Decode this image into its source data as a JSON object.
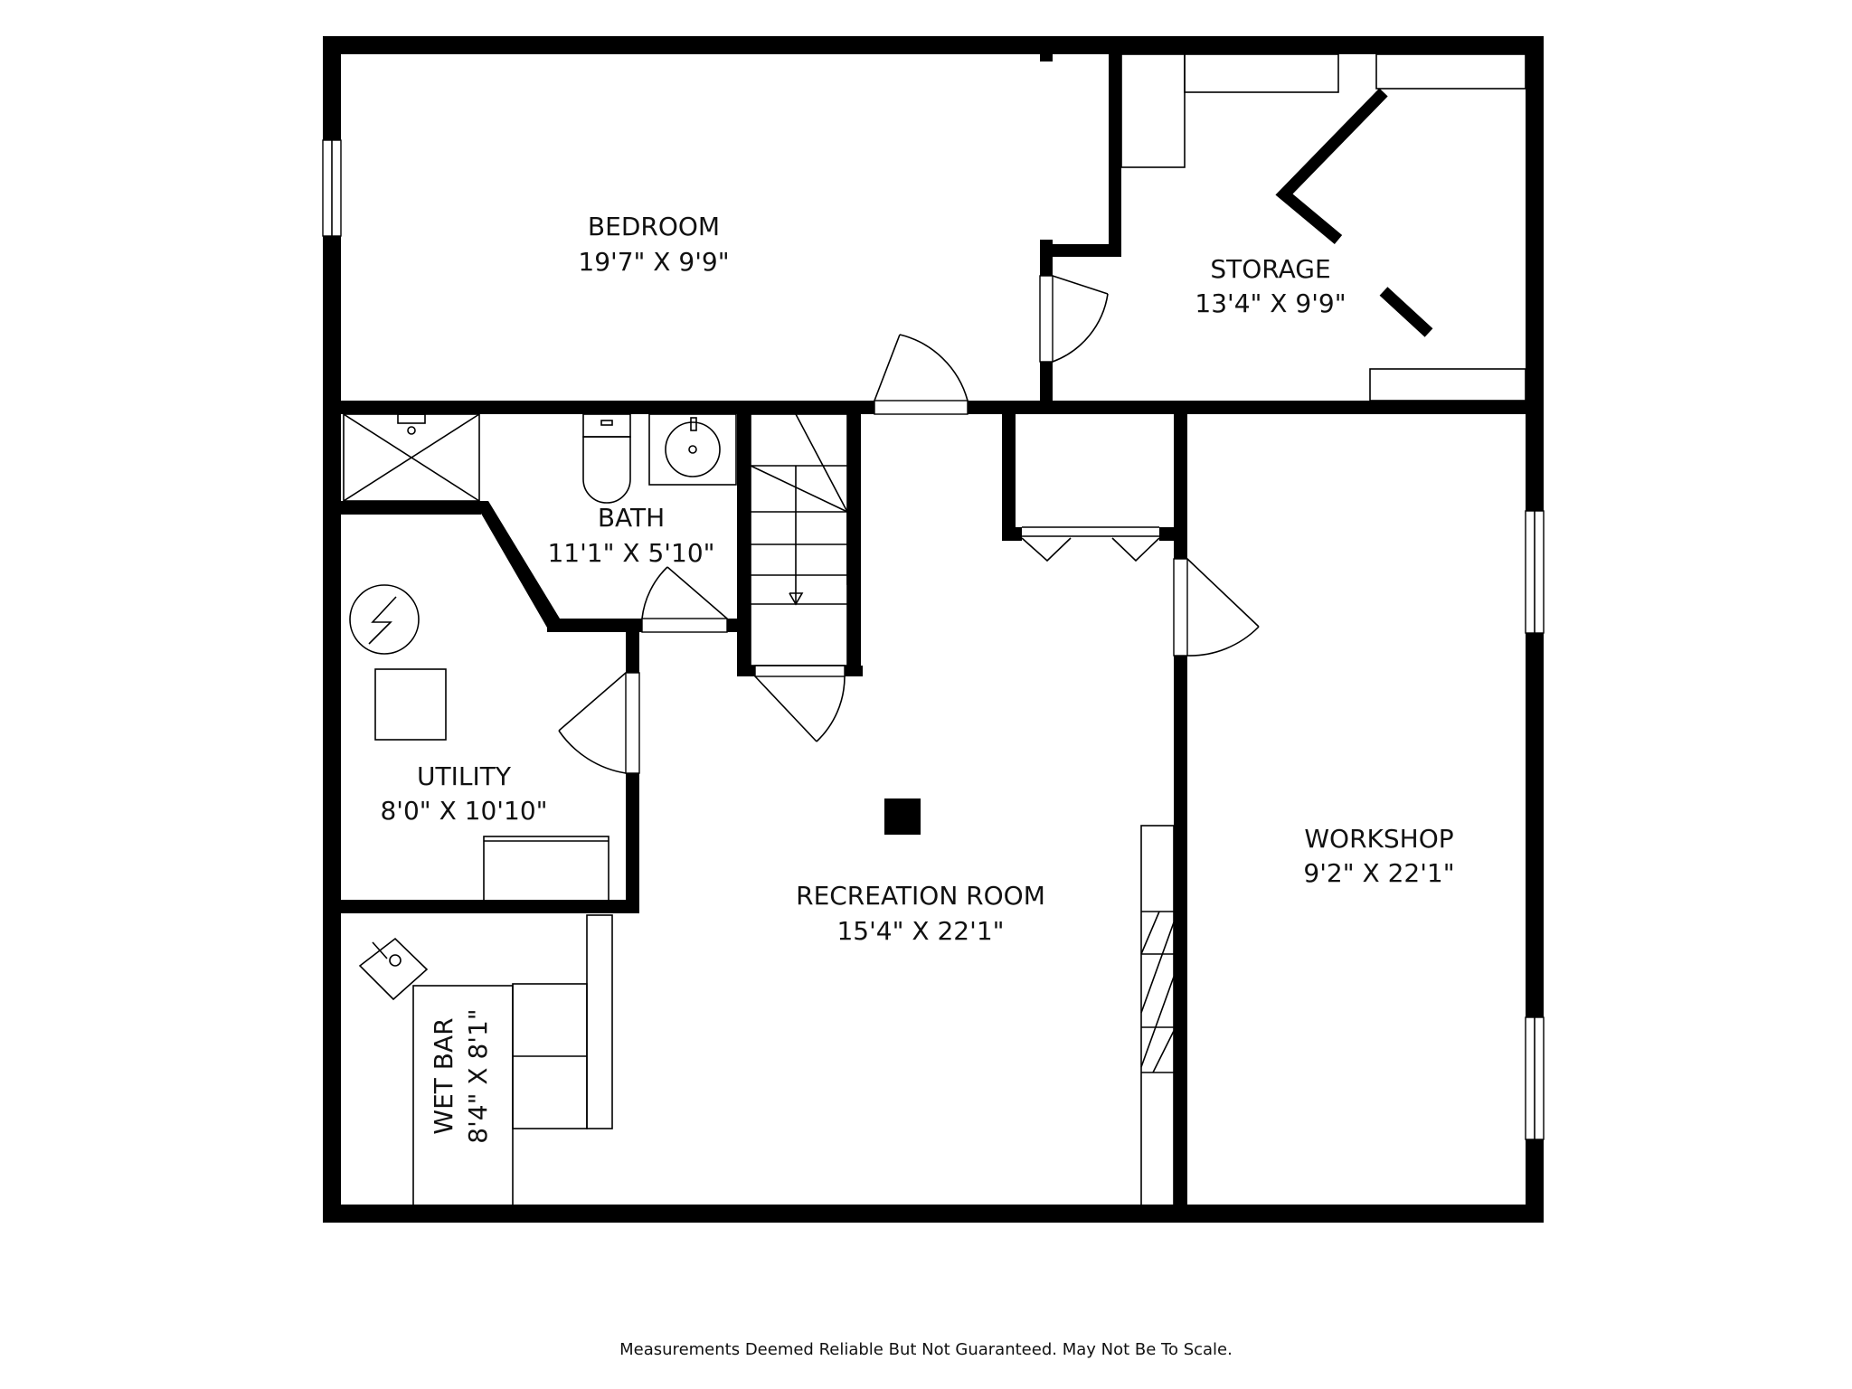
{
  "rooms": {
    "bedroom": {
      "name": "BEDROOM",
      "dims": "19'7\" X 9'9\""
    },
    "storage": {
      "name": "STORAGE",
      "dims": "13'4\" X 9'9\""
    },
    "bath": {
      "name": "BATH",
      "dims": "11'1\" X 5'10\""
    },
    "utility": {
      "name": "UTILITY",
      "dims": "8'0\" X 10'10\""
    },
    "recreation": {
      "name": "RECREATION ROOM",
      "dims": "15'4\" X 22'1\""
    },
    "workshop": {
      "name": "WORKSHOP",
      "dims": "9'2\" X 22'1\""
    },
    "wet_bar": {
      "name": "WET BAR",
      "dims": "8'4\" X 8'1\""
    }
  },
  "disclaimer": "Measurements Deemed Reliable But Not Guaranteed. May Not Be To Scale."
}
